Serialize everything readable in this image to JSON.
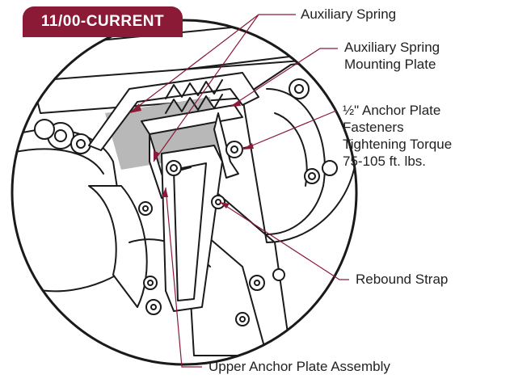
{
  "badge": {
    "label": "11/00-CURRENT",
    "color": "#8a1a36"
  },
  "callouts": {
    "auxiliary_spring": "Auxiliary Spring",
    "mounting_plate": [
      "Auxiliary Spring",
      "Mounting Plate"
    ],
    "anchor_fasteners": [
      "½\" Anchor Plate",
      "Fasteners",
      "Tightening Torque",
      "75-105 ft. lbs."
    ],
    "rebound_strap": "Rebound Strap",
    "upper_anchor": "Upper Anchor Plate Assembly"
  },
  "colors": {
    "leader_line": "#8a1a36",
    "outline": "#1a1a1a",
    "shadow": "#b8b8b8"
  }
}
